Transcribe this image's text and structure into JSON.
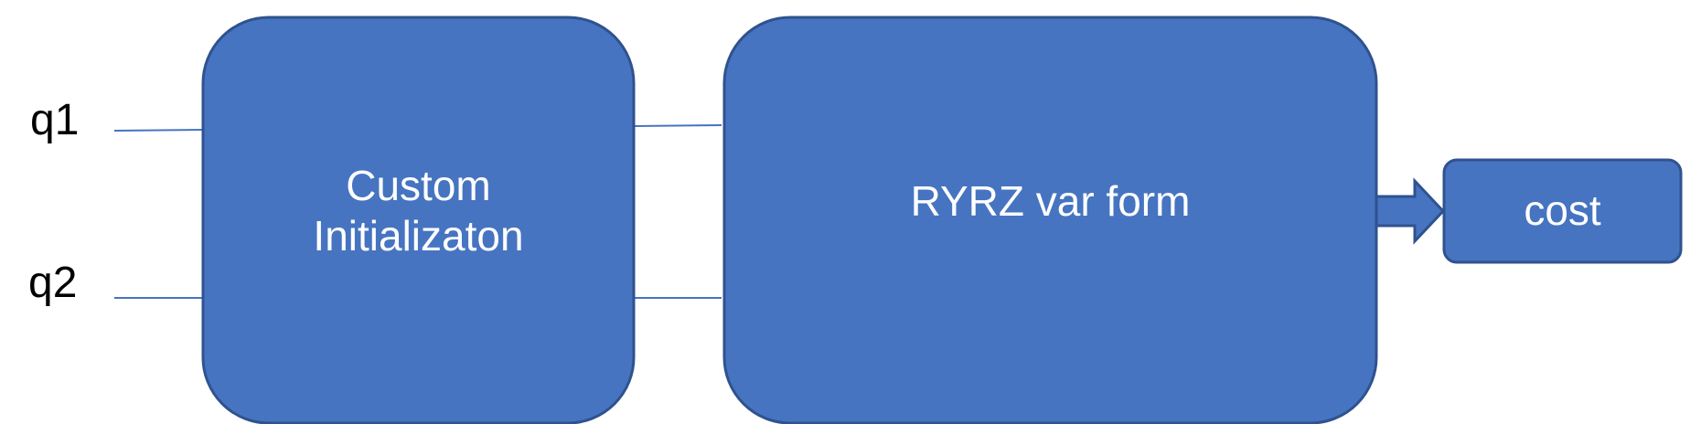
{
  "qubits": [
    {
      "label": "q1"
    },
    {
      "label": "q2"
    }
  ],
  "blocks": {
    "init": {
      "line1": "Custom",
      "line2": "Initializaton"
    },
    "varform": {
      "label": "RYRZ var form"
    },
    "cost": {
      "label": "cost"
    }
  },
  "colors": {
    "block_fill": "#4674C1",
    "block_stroke": "#2F528F",
    "wire": "#4674C1",
    "label_text": "#FFFFFF"
  }
}
